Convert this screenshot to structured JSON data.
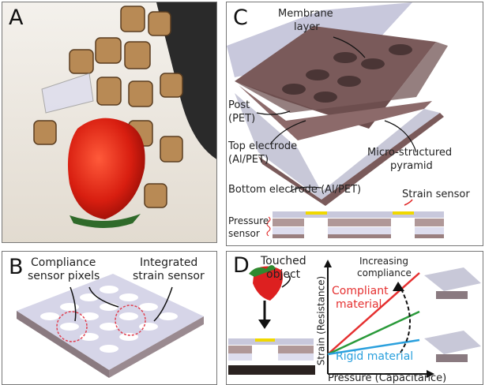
{
  "panels": {
    "a": {
      "label": "A"
    },
    "b": {
      "label": "B",
      "compliance_1": "Compliance",
      "compliance_2": "sensor pixels",
      "strain_1": "Integrated",
      "strain_2": "strain sensor"
    },
    "c": {
      "label": "C",
      "membrane_1": "Membrane",
      "membrane_2": "layer",
      "post_1": "Post",
      "post_2": "(PET)",
      "top_1": "Top electrode",
      "top_2": "(Al/PET)",
      "micro_1": "Micro-structured",
      "micro_2": "pyramid",
      "bottom": "Bottom electrode (Al/PET)",
      "strain": "Strain sensor",
      "pressure_1": "Pressure",
      "pressure_2": "sensor"
    },
    "d": {
      "label": "D",
      "touched_1": "Touched",
      "touched_2": "object",
      "increasing_1": "Increasing",
      "increasing_2": "compliance",
      "compliant_1": "Compliant",
      "compliant_2": "material",
      "rigid": "Rigid material",
      "ylabel": "Strain (Resistance)",
      "xlabel": "Pressure (Capacitance)"
    }
  },
  "colors": {
    "compliant": "#e53030",
    "middle": "#2a9a3a",
    "rigid": "#2aa0dd",
    "strain_sensor": "#f0d800",
    "electrode": "#7a5a5a"
  }
}
